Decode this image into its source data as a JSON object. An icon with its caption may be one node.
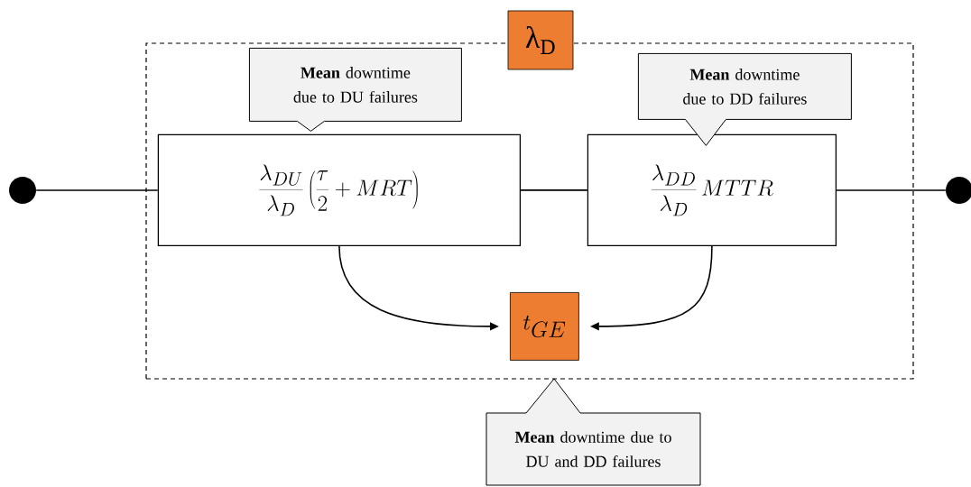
{
  "diagram": {
    "nodes": [
      {
        "text": [],
        "shape": "box"
      },
      {
        "text": [
          "λ$_{D}$"
        ]
      },
      {
        "text": [],
        "shape": "circle"
      },
      {
        "text": [
          "\\frac{\\lambda_{DU}}{\\lambda_{D}}\\left(\\frac{\\tau}{2}+MRT\\right)"
        ],
        "in": 0
      },
      {
        "text": [
          "\\frac{\\lambda_{DD}}{\\lambda_{D}}\\,MTTR"
        ],
        "in": 0
      },
      {
        "text": [
          "t_{GE}"
        ],
        "in": 0
      },
      {
        "text": [],
        "shape": "circle"
      },
      {
        "text": [
          "**Mean** downtime due to DU failures"
        ],
        "in": 0
      },
      {
        "text": [
          "**Mean** downtime due to DD failures"
        ],
        "in": 0
      },
      {
        "text": [
          "**Mean** downtime due to DU and DD failures"
        ]
      }
    ],
    "edges": [
      {
        "from": 2,
        "to": 3,
        "arrow": "none"
      },
      {
        "from": 3,
        "to": 4,
        "arrow": "none"
      },
      {
        "from": 4,
        "to": 6,
        "arrow": "none"
      },
      {
        "from": 3,
        "to": 5,
        "arrow": "to"
      },
      {
        "from": 4,
        "to": 5,
        "arrow": "to"
      }
    ]
  }
}
